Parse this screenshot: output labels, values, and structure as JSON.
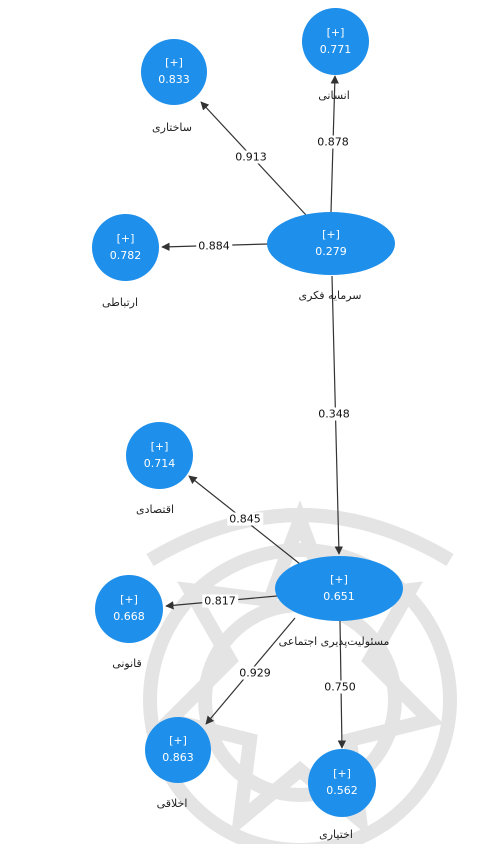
{
  "diagram": {
    "nodes": {
      "ensani": {
        "expand": "[+]",
        "value": "0.771",
        "label": "انسانی"
      },
      "sakhtari": {
        "expand": "[+]",
        "value": "0.833",
        "label": "ساختاری"
      },
      "ertebati": {
        "expand": "[+]",
        "value": "0.782",
        "label": "ارتباطی"
      },
      "sarmaye": {
        "expand": "[+]",
        "value": "0.279",
        "label": "سرمایه فکری"
      },
      "eghtesadi": {
        "expand": "[+]",
        "value": "0.714",
        "label": "اقتصادی"
      },
      "ghanooni": {
        "expand": "[+]",
        "value": "0.668",
        "label": "قانونی"
      },
      "masooliyat": {
        "expand": "[+]",
        "value": "0.651",
        "label": "مسئولیت‌پذیری اجتماعی"
      },
      "akhlaghi": {
        "expand": "[+]",
        "value": "0.863",
        "label": "اخلاقی"
      },
      "ekhtiyari": {
        "expand": "[+]",
        "value": "0.562",
        "label": "اختیاری"
      }
    },
    "edges": {
      "sarmaye_ensani": "0.878",
      "sarmaye_sakhtari": "0.913",
      "sarmaye_ertebati": "0.884",
      "sarmaye_masooliyat": "0.348",
      "masooliyat_eghtesadi": "0.845",
      "masooliyat_ghanooni": "0.817",
      "masooliyat_akhlaghi": "0.929",
      "masooliyat_ekhtiyari": "0.750"
    },
    "colors": {
      "node_fill": "#1e8fea",
      "edge": "#333333",
      "watermark": "#c8c8c8"
    }
  }
}
